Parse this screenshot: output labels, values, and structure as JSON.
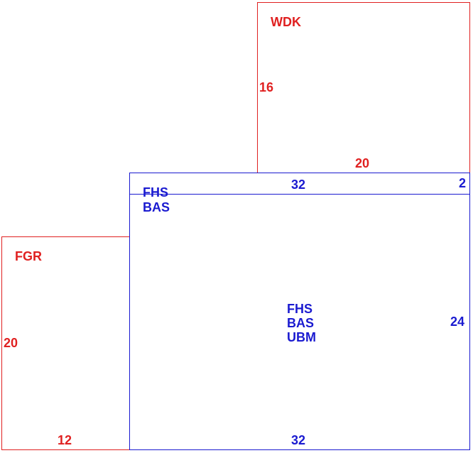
{
  "colors": {
    "red": "#e02020",
    "blue": "#1a1ad0"
  },
  "wdk": {
    "name": "WDK",
    "height": "16",
    "width": "20"
  },
  "fgr": {
    "name": "FGR",
    "height": "20",
    "width": "12"
  },
  "strip": {
    "names_line1": "FHS",
    "names_line2": "BAS",
    "width": "32",
    "height": "2"
  },
  "main": {
    "names_line1": "FHS",
    "names_line2": "BAS",
    "names_line3": "UBM",
    "height": "24",
    "width": "32"
  }
}
